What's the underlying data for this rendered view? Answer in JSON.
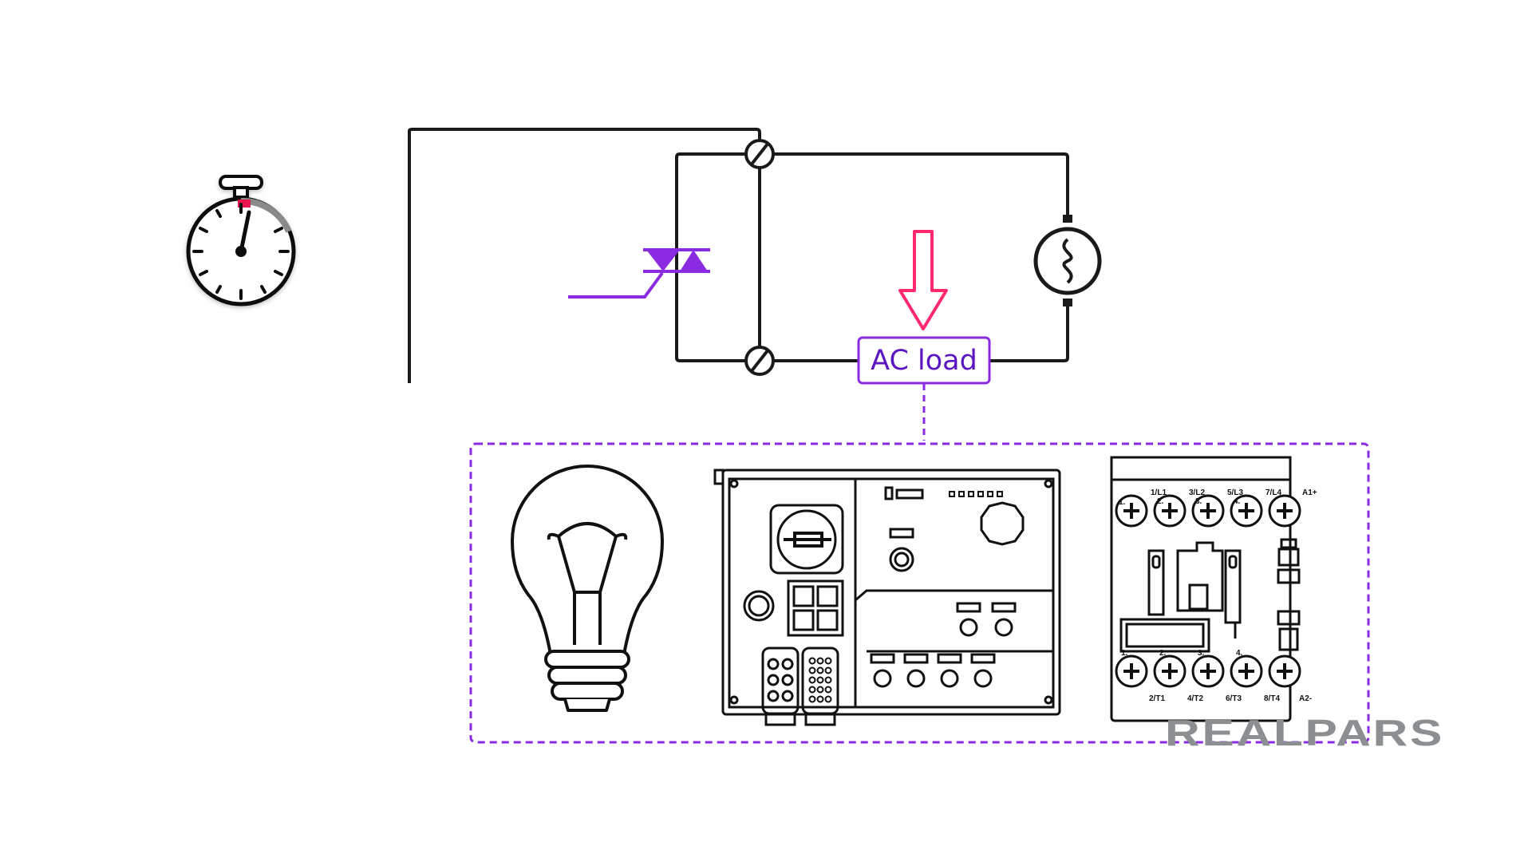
{
  "ac_load_label": "AC load",
  "watermark": "REALPARS",
  "contactor": {
    "top_numbers": [
      "1.",
      "2.",
      "3.",
      "4."
    ],
    "top_terminals": [
      "1/L1",
      "3/L2",
      "5/L3",
      "7/L4",
      "A1+"
    ],
    "bottom_numbers": [
      "1.",
      "2.",
      "3.",
      "4."
    ],
    "bottom_terminals": [
      "2/T1",
      "4/T2",
      "6/T3",
      "8/T4",
      "A2-"
    ]
  },
  "colors": {
    "wire": "#1a1a1a",
    "accent_purple": "#8a2be2",
    "label_text": "#5b16c2",
    "arrow_pink": "#ff2a6d",
    "timer_mark": "#e8174f",
    "watermark_gray": "#8c8f92"
  },
  "icons": [
    "stopwatch-icon",
    "triac-symbol",
    "ac-source-symbol",
    "down-arrow-icon",
    "light-bulb-icon",
    "motor-starter-icon",
    "contactor-icon"
  ]
}
